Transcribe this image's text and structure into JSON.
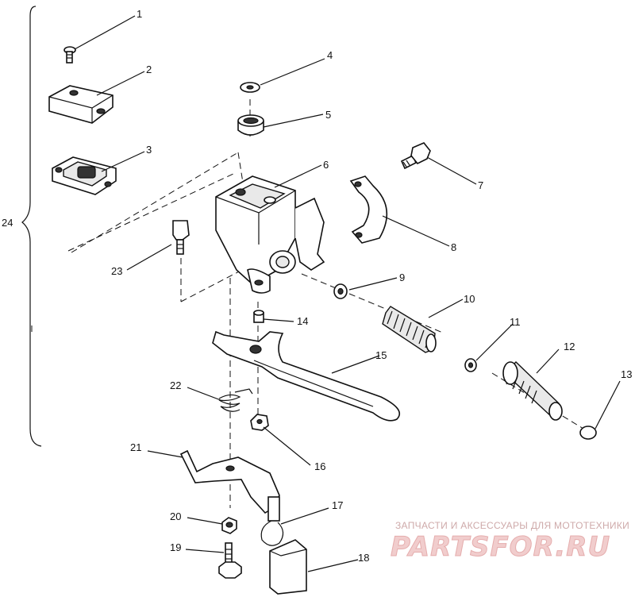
{
  "callouts": {
    "c1": "1",
    "c2": "2",
    "c3": "3",
    "c4": "4",
    "c5": "5",
    "c6": "6",
    "c7": "7",
    "c8": "8",
    "c9": "9",
    "c10": "10",
    "c11": "11",
    "c12": "12",
    "c13": "13",
    "c14": "14",
    "c15": "15",
    "c16": "16",
    "c17": "17",
    "c18": "18",
    "c19": "19",
    "c20": "20",
    "c21": "21",
    "c22": "22",
    "c23": "23",
    "c24": "24"
  },
  "watermark": {
    "tagline": "ЗАПЧАСТИ И АКСЕССУАРЫ ДЛЯ МОТОТЕХНИКИ",
    "brand": "PARTSFOR.RU"
  }
}
